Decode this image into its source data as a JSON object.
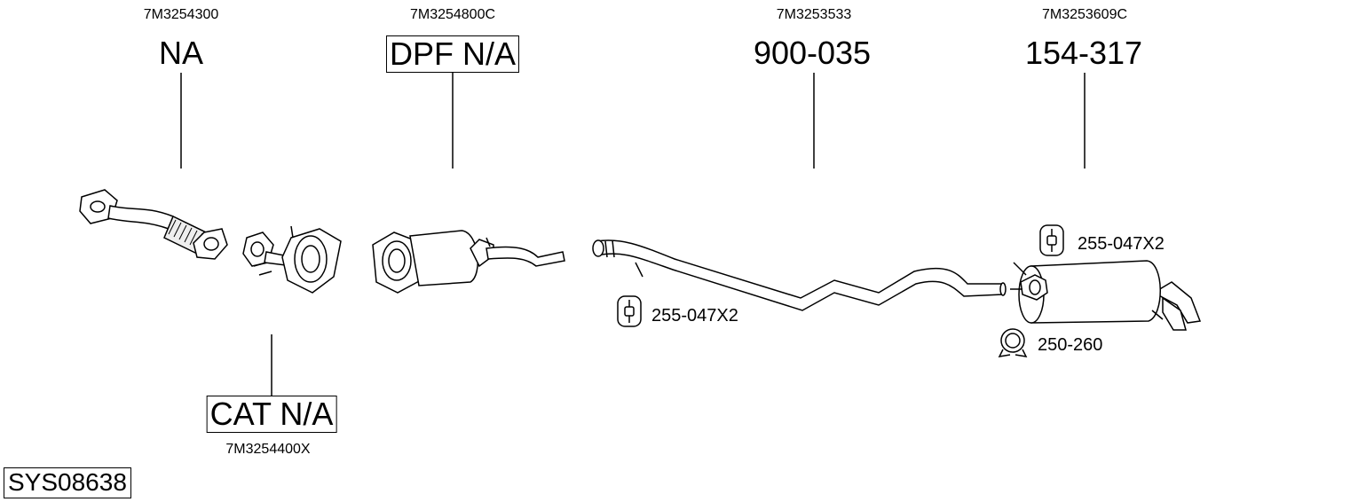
{
  "parts": [
    {
      "id": "p1",
      "oem": "7M3254300",
      "number": "NA",
      "boxed": false
    },
    {
      "id": "p2",
      "oem": "7M3254800C",
      "number": "DPF N/A",
      "boxed": true
    },
    {
      "id": "p3",
      "oem": "7M3253533",
      "number": "900-035",
      "boxed": false
    },
    {
      "id": "p4",
      "oem": "7M3253609C",
      "number": "154-317",
      "boxed": false
    },
    {
      "id": "p5",
      "oem": "7M3254400X",
      "number": "CAT N/A",
      "boxed": true
    }
  ],
  "accessories": [
    {
      "id": "a1",
      "label": "255-047X2",
      "icon": "rubber-hanger-icon"
    },
    {
      "id": "a2",
      "label": "255-047X2",
      "icon": "rubber-hanger-icon"
    },
    {
      "id": "a3",
      "label": "250-260",
      "icon": "pipe-clamp-icon"
    }
  ],
  "system_code": "SYS08638"
}
